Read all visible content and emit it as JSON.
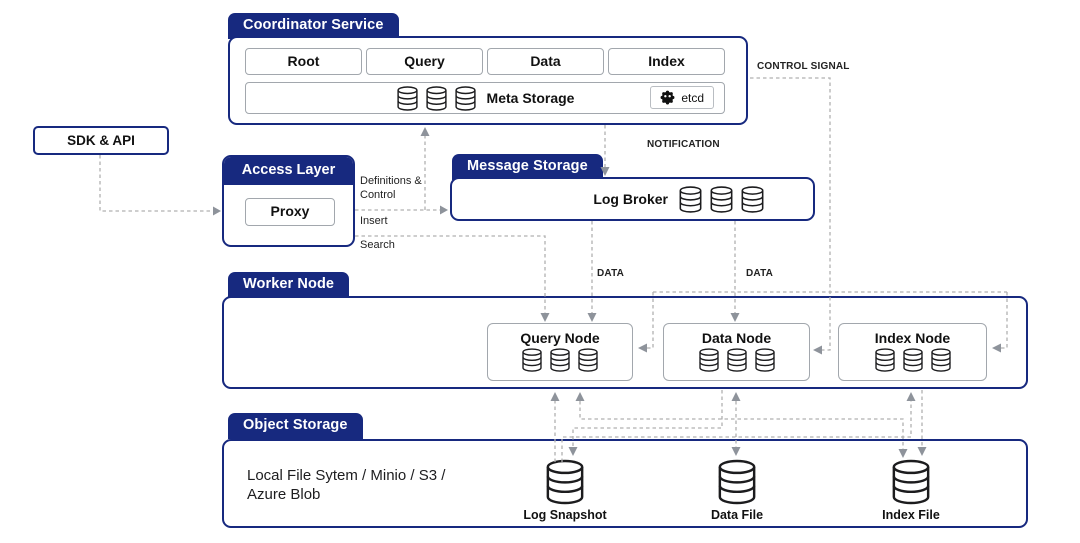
{
  "colors": {
    "navy": "#17297f",
    "dashed_line": "#b1b1b1",
    "arrowhead": "#8e939b",
    "inner_border_gray": "#a2a7ad"
  },
  "coordinator": {
    "title": "Coordinator Service",
    "nodes": [
      "Root",
      "Query",
      "Data",
      "Index"
    ],
    "meta_storage_label": "Meta Storage",
    "etcd_label": "etcd"
  },
  "sdk": {
    "label": "SDK & API"
  },
  "access_layer": {
    "title": "Access Layer",
    "proxy_label": "Proxy"
  },
  "message_storage": {
    "title": "Message Storage",
    "log_broker_label": "Log Broker"
  },
  "worker_node": {
    "title": "Worker Node",
    "nodes": [
      "Query Node",
      "Data Node",
      "Index Node"
    ]
  },
  "object_storage": {
    "title": "Object Storage",
    "description": "Local File Sytem / Minio / S3 / Azure Blob",
    "stores": [
      "Log Snapshot",
      "Data File",
      "Index File"
    ]
  },
  "edges": {
    "control_signal": "CONTROL SIGNAL",
    "notification": "NOTIFICATION",
    "definitions_control": "Definitions & Control",
    "insert": "Insert",
    "search": "Search",
    "data_to_query": "DATA",
    "data_to_data": "DATA"
  },
  "icons": {
    "database": "database-icon",
    "etcd": "etcd-logo-icon"
  }
}
